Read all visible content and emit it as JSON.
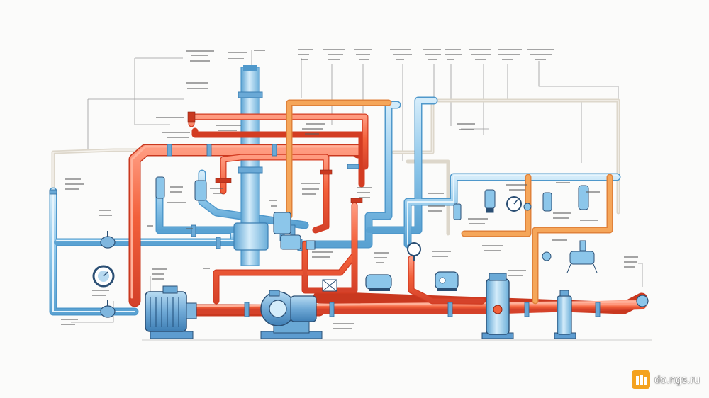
{
  "diagram": {
    "type": "piping-schematic",
    "colors": {
      "background": "#fbfbfa",
      "hot_pipe": "#f2603a",
      "hot_pipe_edge": "#d8432a",
      "hot_pipe_highlight": "#ffa48a",
      "mid_pipe": "#f29a45",
      "cold_pipe": "#8cc6ea",
      "cold_pipe_edge": "#4f98cb",
      "cold_pipe_highlight": "#d4ecfa",
      "neutral_pipe": "#ded9cf",
      "equipment": "#8ab8de",
      "equipment_dark": "#2b4f74",
      "leader_line": "#8c8c8c",
      "label_text": "#3b3b3b"
    },
    "components": [
      "motor",
      "pump",
      "vertical-column",
      "gauge",
      "valve",
      "filter",
      "tank"
    ]
  },
  "watermark": {
    "text": "do.ngs.ru",
    "color": "#f4a21f"
  }
}
